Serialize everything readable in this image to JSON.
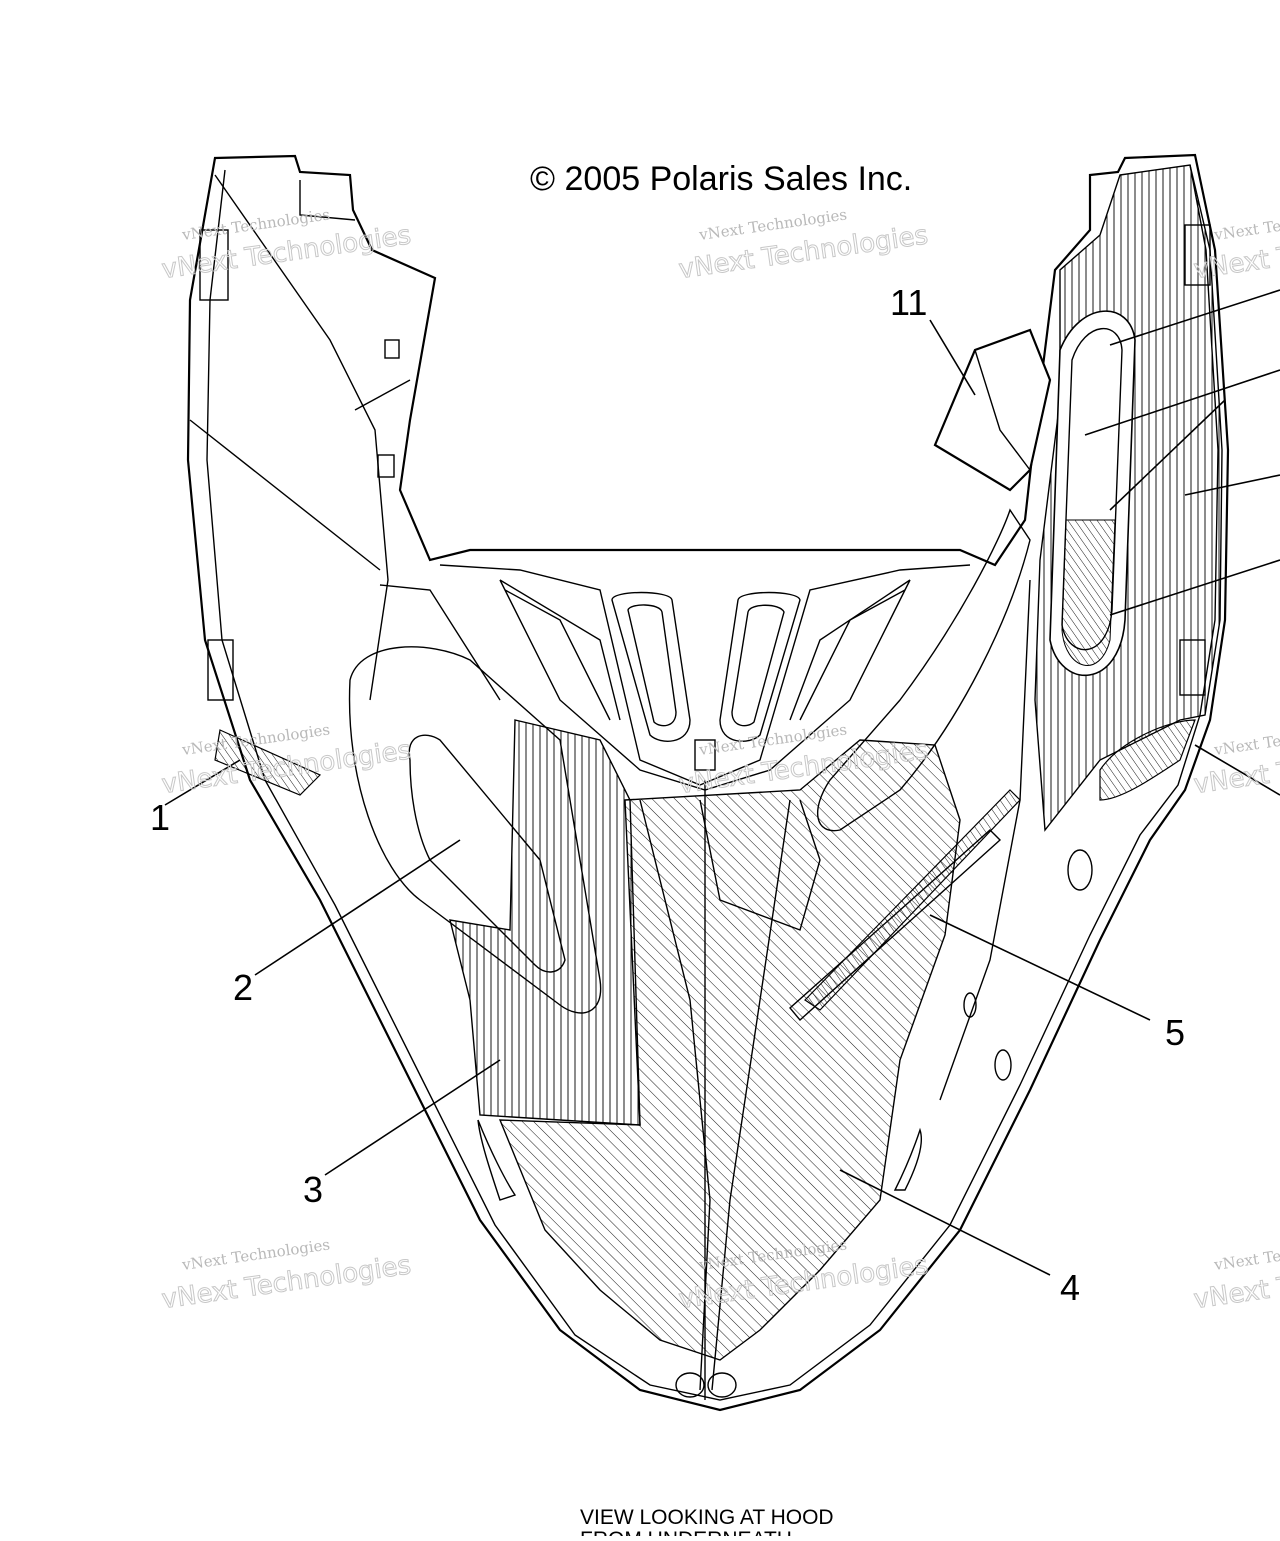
{
  "copyright": "© 2005 Polaris Sales Inc.",
  "caption": {
    "line1": "VIEW LOOKING AT HOOD",
    "line2": "FROM UNDERNEATH"
  },
  "watermark": {
    "line1": "vNext Technologies",
    "line2": "vNext Technologies"
  },
  "callouts": [
    {
      "id": "1",
      "label": "1"
    },
    {
      "id": "2",
      "label": "2"
    },
    {
      "id": "3",
      "label": "3"
    },
    {
      "id": "4",
      "label": "4"
    },
    {
      "id": "5",
      "label": "5"
    },
    {
      "id": "11",
      "label": "11"
    }
  ]
}
